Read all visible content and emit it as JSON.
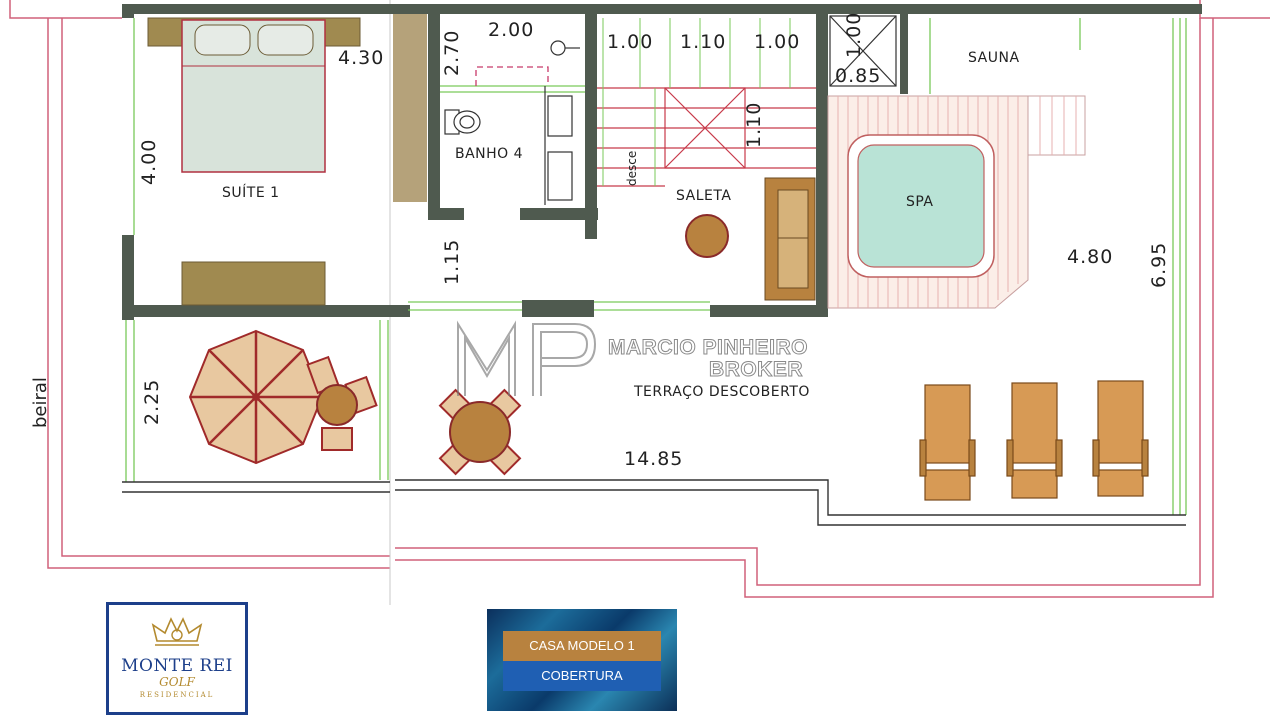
{
  "rooms": {
    "suite": "SUÍTE 1",
    "banho": "BANHO 4",
    "saleta": "SALETA",
    "sauna": "SAUNA",
    "spa": "SPA",
    "terraco": "TERRAÇO DESCOBERTO",
    "desce": "desce",
    "beiral": "beiral"
  },
  "dimensions": {
    "suite_width": "4.30",
    "suite_depth": "4.00",
    "banho_width": "2.00",
    "banho_depth": "2.70",
    "stair_1": "1.00",
    "stair_2": "1.10",
    "stair_3": "1.00",
    "stair_4": "1.10",
    "sauna_w": "1.00",
    "sauna_d": "0.85",
    "saleta_depth": "1.15",
    "terrace_left": "2.25",
    "spa_width": "4.80",
    "total_depth": "6.95",
    "total_width": "14.85"
  },
  "watermark": {
    "line1": "MARCIO PINHEIRO",
    "line2": "BROKER"
  },
  "logo": {
    "name_line1": "MONTE REI",
    "name_line2": "GOLF",
    "name_line3": "RESIDENCIAL"
  },
  "badge": {
    "line1": "CASA MODELO 1",
    "line2": "COBERTURA"
  },
  "colors": {
    "wall": "#4f5a4f",
    "outline_red": "#d0607a",
    "green_line": "#7ac95a",
    "wood": "#b8823f",
    "spa_water": "#b9e3d6",
    "furniture": "#9b8a5c"
  }
}
